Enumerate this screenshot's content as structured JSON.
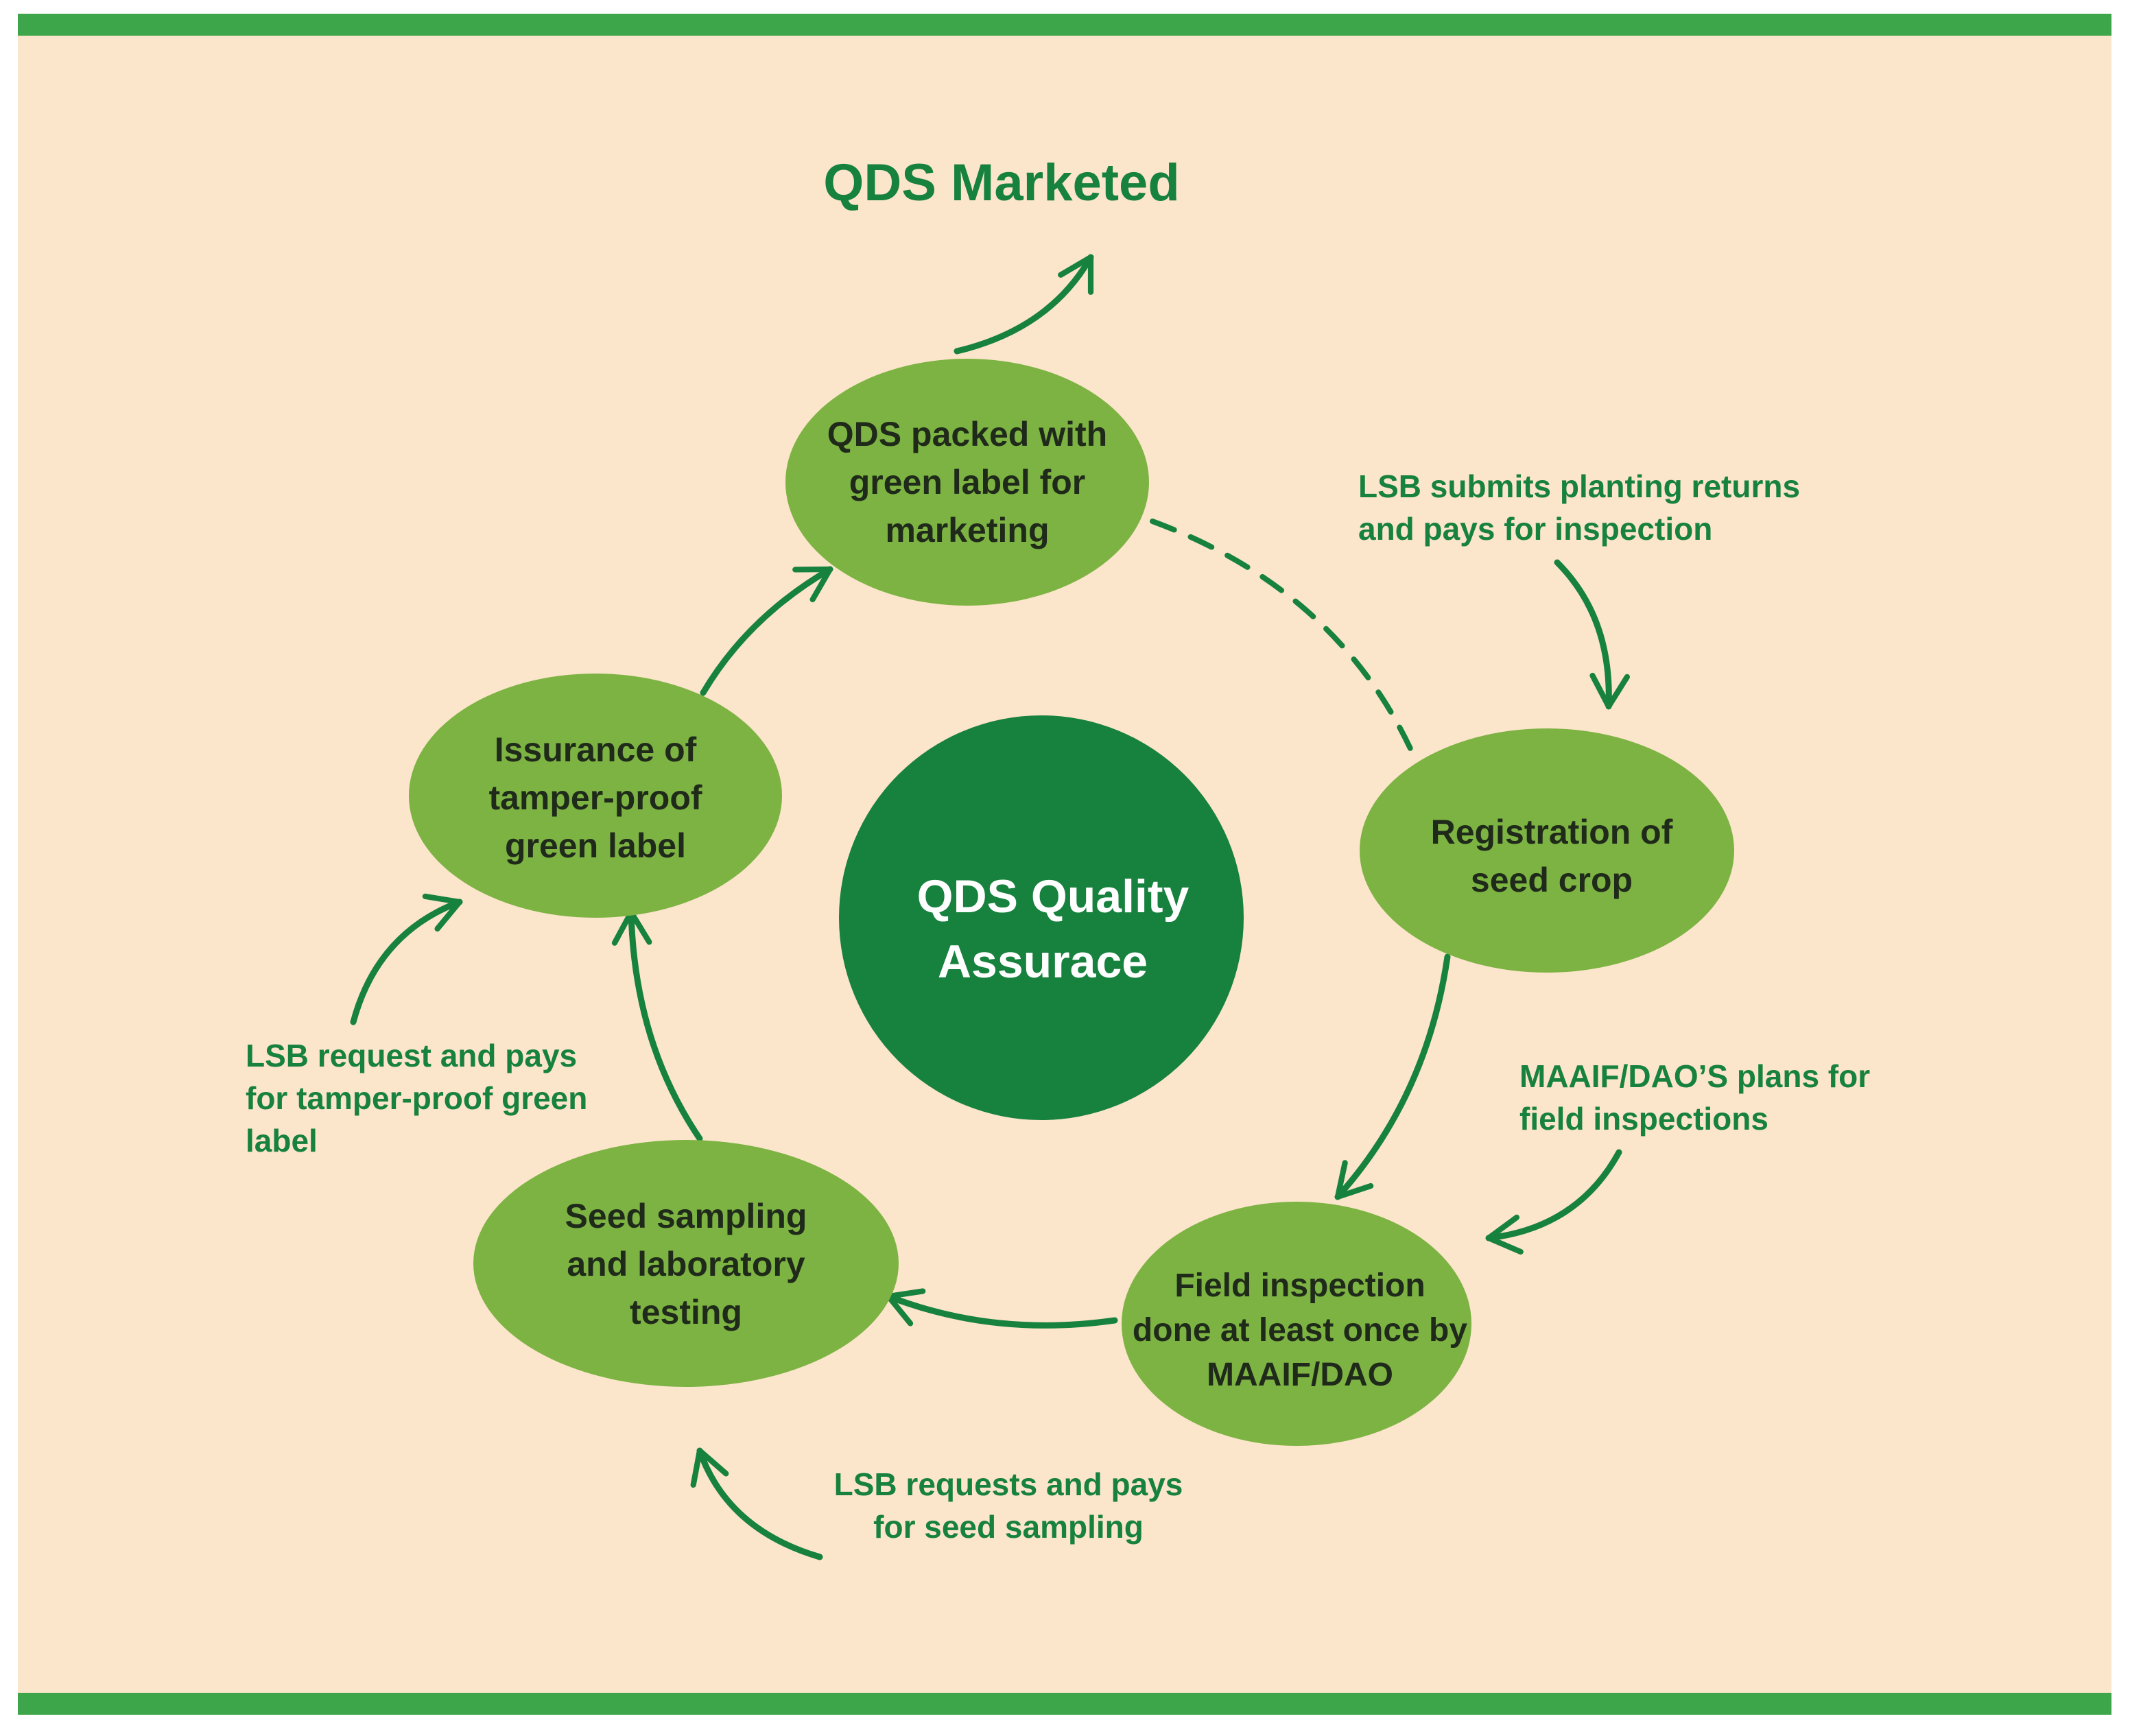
{
  "title": "QDS Marketed",
  "center": [
    "QDS Quality",
    "Assurace"
  ],
  "nodes": {
    "packed": [
      "QDS packed with",
      "green label for",
      "marketing"
    ],
    "registration": [
      "Registration of",
      "seed crop"
    ],
    "field_inspection": [
      "Field inspection",
      "done at least once by",
      "MAAIF/DAO"
    ],
    "seed_sampling": [
      "Seed sampling",
      "and laboratory",
      "testing"
    ],
    "green_label": [
      "Issurance of",
      "tamper-proof",
      "green label"
    ]
  },
  "notes": {
    "planting_returns": [
      "LSB submits planting returns",
      "and pays for inspection"
    ],
    "field_inspection_plans": [
      "MAAIF/DAO’S plans for",
      "field inspections"
    ],
    "seed_sampling_request": [
      "LSB requests and pays",
      "for seed sampling"
    ],
    "label_request": [
      "LSB request and pays",
      "for tamper-proof green",
      "label"
    ]
  },
  "colors": {
    "background": "#fbe5cb",
    "band": "#3ea64a",
    "node": "#7cb342",
    "center": "#17813e",
    "arrow": "#17813e",
    "note_text": "#17813e",
    "node_text": "#1f2a1a"
  }
}
